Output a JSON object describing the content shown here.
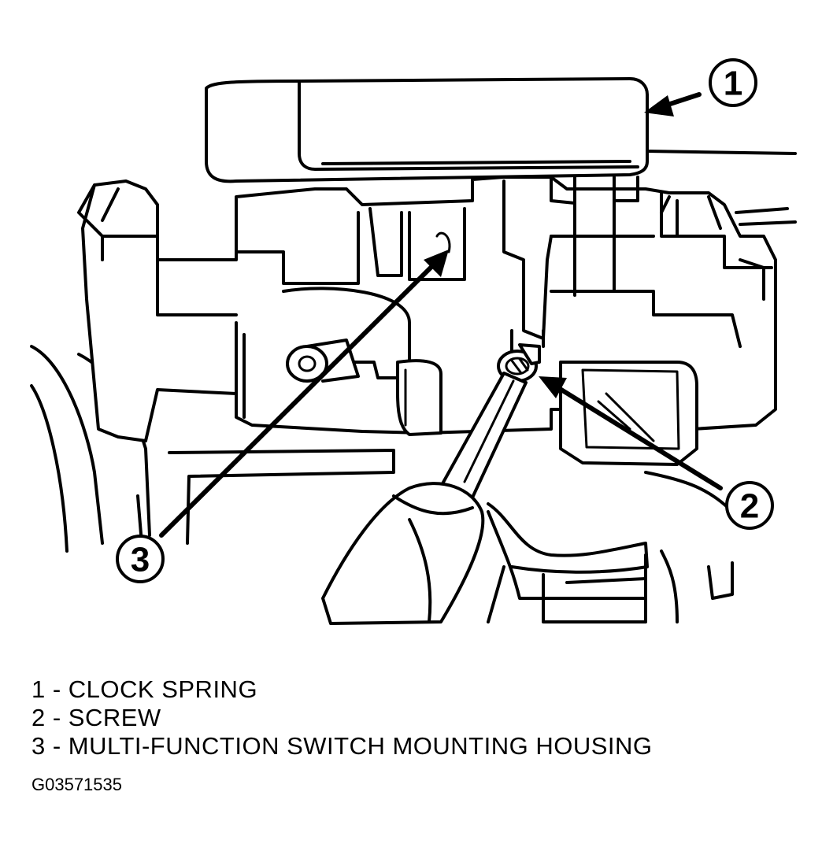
{
  "callouts": [
    {
      "number": "1",
      "label": "CLOCK SPRING"
    },
    {
      "number": "2",
      "label": "SCREW"
    },
    {
      "number": "3",
      "label": "MULTI-FUNCTION SWITCH MOUNTING HOUSING"
    }
  ],
  "legend": [
    "1 - CLOCK SPRING",
    "2 - SCREW",
    "3 - MULTI-FUNCTION SWITCH MOUNTING HOUSING"
  ],
  "figure_id": "G03571535"
}
